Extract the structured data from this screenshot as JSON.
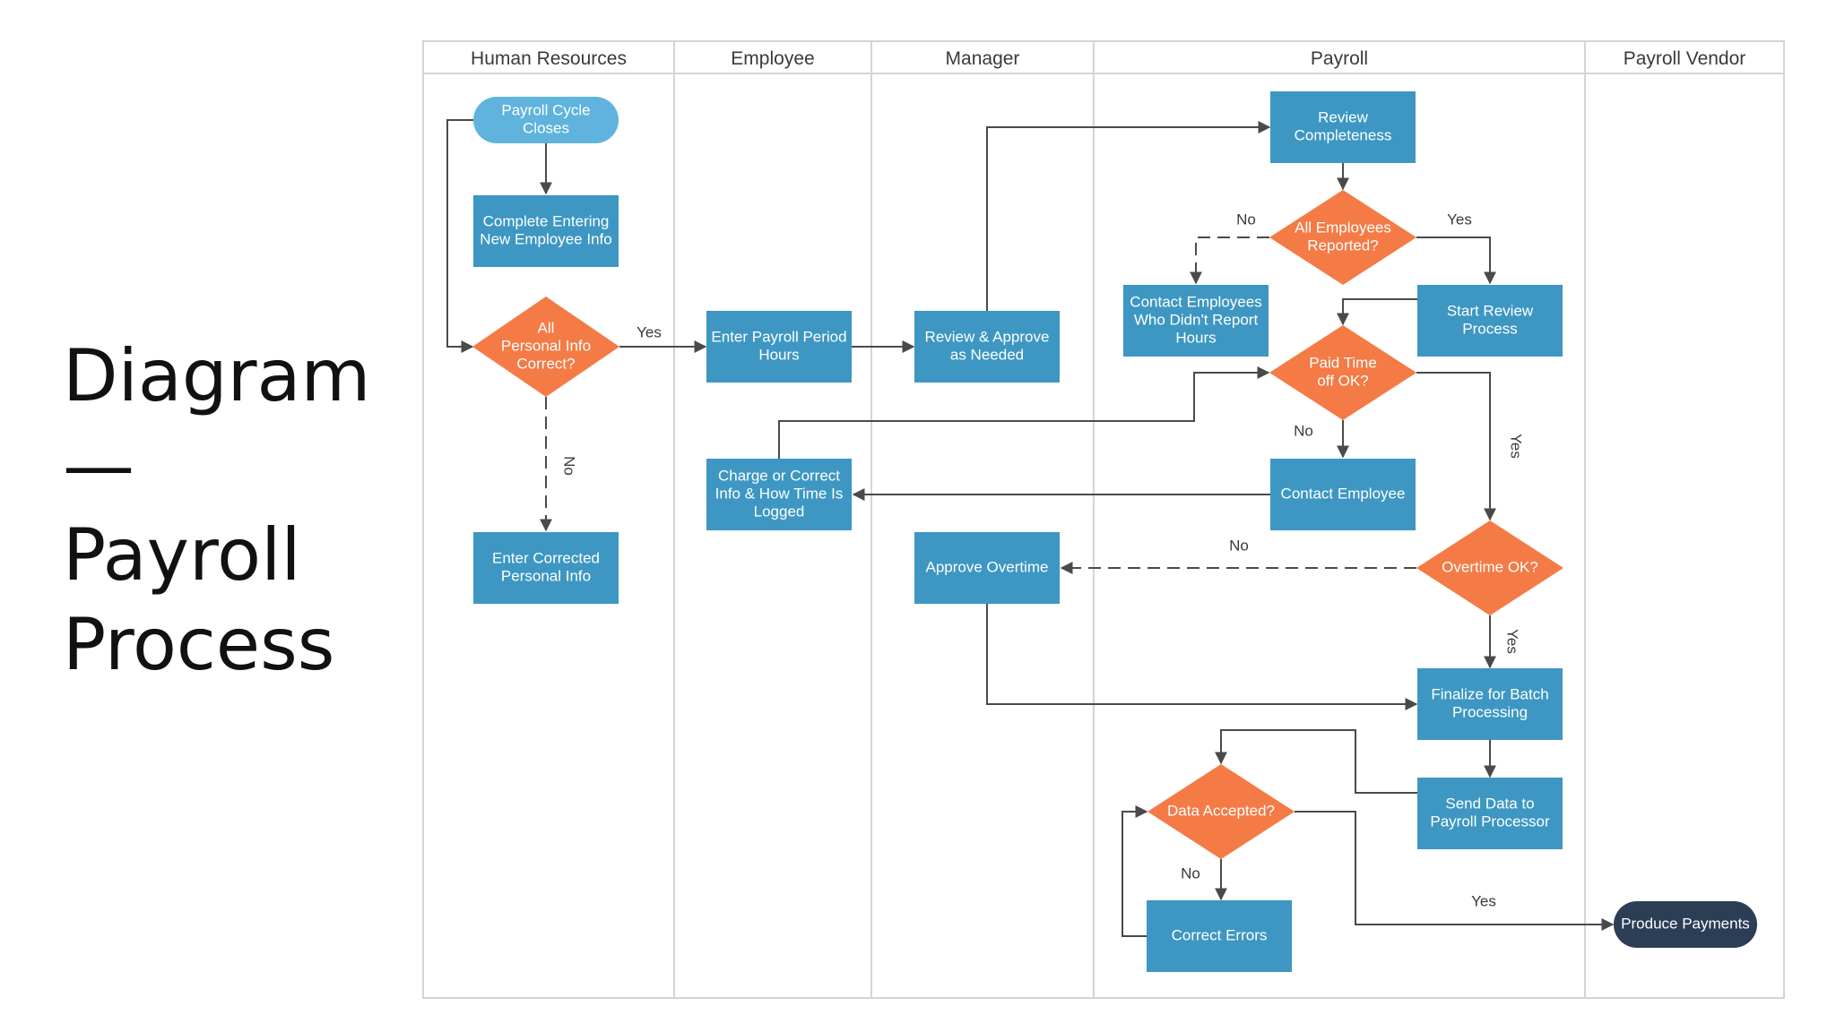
{
  "slide": {
    "title_lines": [
      "Diagram",
      "—",
      "Payroll",
      "Process"
    ]
  },
  "colors": {
    "process": "#3d97c2",
    "decision": "#f47b46",
    "start": "#5fb3dd",
    "end": "#2c3e55",
    "line": "#4a4a4a",
    "lane_border": "#d4d4d4"
  },
  "lanes": [
    {
      "id": "hr",
      "label": "Human Resources"
    },
    {
      "id": "employee",
      "label": "Employee"
    },
    {
      "id": "manager",
      "label": "Manager"
    },
    {
      "id": "payroll",
      "label": "Payroll"
    },
    {
      "id": "vendor",
      "label": "Payroll Vendor"
    }
  ],
  "nodes": [
    {
      "id": "payroll-cycle-closes",
      "type": "start",
      "lines": [
        "Payroll Cycle",
        "Closes"
      ]
    },
    {
      "id": "complete-entering",
      "type": "process",
      "lines": [
        "Complete Entering",
        "New Employee Info"
      ]
    },
    {
      "id": "all-personal-info-correct",
      "type": "decision",
      "lines": [
        "All",
        "Personal Info",
        "Correct?"
      ]
    },
    {
      "id": "enter-corrected-info",
      "type": "process",
      "lines": [
        "Enter Corrected",
        "Personal Info"
      ]
    },
    {
      "id": "enter-payroll-hours",
      "type": "process",
      "lines": [
        "Enter Payroll Period",
        "Hours"
      ]
    },
    {
      "id": "charge-or-correct",
      "type": "process",
      "lines": [
        "Charge or Correct",
        "Info & How Time Is",
        "Logged"
      ]
    },
    {
      "id": "review-approve",
      "type": "process",
      "lines": [
        "Review & Approve",
        "as Needed"
      ]
    },
    {
      "id": "approve-overtime",
      "type": "process",
      "lines": [
        "Approve Overtime"
      ]
    },
    {
      "id": "review-completeness",
      "type": "process",
      "lines": [
        "Review",
        "Completeness"
      ]
    },
    {
      "id": "all-employees-reported",
      "type": "decision",
      "lines": [
        "All Employees",
        "Reported?"
      ]
    },
    {
      "id": "contact-employees",
      "type": "process",
      "lines": [
        "Contact Employees",
        "Who Didn't Report",
        "Hours"
      ]
    },
    {
      "id": "start-review-process",
      "type": "process",
      "lines": [
        "Start Review",
        "Process"
      ]
    },
    {
      "id": "paid-time-off-ok",
      "type": "decision",
      "lines": [
        "Paid Time",
        "off OK?"
      ]
    },
    {
      "id": "contact-employee",
      "type": "process",
      "lines": [
        "Contact Employee"
      ]
    },
    {
      "id": "overtime-ok",
      "type": "decision",
      "lines": [
        "Overtime OK?"
      ]
    },
    {
      "id": "finalize-batch",
      "type": "process",
      "lines": [
        "Finalize for Batch",
        "Processing"
      ]
    },
    {
      "id": "send-data",
      "type": "process",
      "lines": [
        "Send Data to",
        "Payroll Processor"
      ]
    },
    {
      "id": "data-accepted",
      "type": "decision",
      "lines": [
        "Data Accepted?"
      ]
    },
    {
      "id": "correct-errors",
      "type": "process",
      "lines": [
        "Correct Errors"
      ]
    },
    {
      "id": "produce-payments",
      "type": "end",
      "lines": [
        "Produce Payments"
      ]
    }
  ],
  "edges": [
    {
      "from": "payroll-cycle-closes",
      "to": "complete-entering",
      "label": ""
    },
    {
      "from": "payroll-cycle-closes",
      "to": "all-personal-info-correct",
      "label": ""
    },
    {
      "from": "all-personal-info-correct",
      "to": "enter-payroll-hours",
      "label": "Yes"
    },
    {
      "from": "all-personal-info-correct",
      "to": "enter-corrected-info",
      "label": "No"
    },
    {
      "from": "enter-payroll-hours",
      "to": "review-approve",
      "label": ""
    },
    {
      "from": "review-approve",
      "to": "review-completeness",
      "label": ""
    },
    {
      "from": "review-completeness",
      "to": "all-employees-reported",
      "label": ""
    },
    {
      "from": "all-employees-reported",
      "to": "contact-employees",
      "label": "No"
    },
    {
      "from": "all-employees-reported",
      "to": "start-review-process",
      "label": "Yes"
    },
    {
      "from": "start-review-process",
      "to": "paid-time-off-ok",
      "label": ""
    },
    {
      "from": "paid-time-off-ok",
      "to": "contact-employee",
      "label": "No"
    },
    {
      "from": "paid-time-off-ok",
      "to": "overtime-ok",
      "label": "Yes"
    },
    {
      "from": "contact-employee",
      "to": "charge-or-correct",
      "label": ""
    },
    {
      "from": "charge-or-correct",
      "to": "paid-time-off-ok",
      "label": ""
    },
    {
      "from": "overtime-ok",
      "to": "approve-overtime",
      "label": "No"
    },
    {
      "from": "overtime-ok",
      "to": "finalize-batch",
      "label": "Yes"
    },
    {
      "from": "approve-overtime",
      "to": "finalize-batch",
      "label": ""
    },
    {
      "from": "finalize-batch",
      "to": "send-data",
      "label": ""
    },
    {
      "from": "send-data",
      "to": "data-accepted",
      "label": ""
    },
    {
      "from": "data-accepted",
      "to": "correct-errors",
      "label": "No"
    },
    {
      "from": "correct-errors",
      "to": "data-accepted",
      "label": ""
    },
    {
      "from": "data-accepted",
      "to": "produce-payments",
      "label": "Yes"
    }
  ]
}
